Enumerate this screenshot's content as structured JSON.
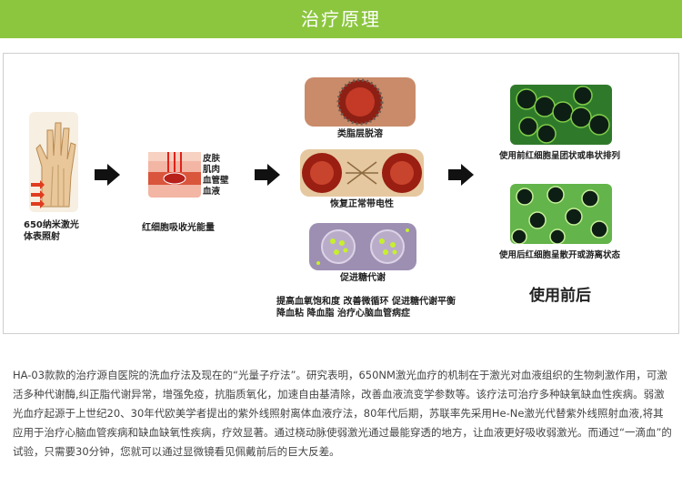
{
  "header": {
    "title": "治疗原理"
  },
  "diagram": {
    "hand_caption": [
      "650纳米激光",
      "体表照射"
    ],
    "skin_layers": [
      "皮肤",
      "肌肉",
      "血管壁",
      "血液"
    ],
    "skin_caption": "红细胞吸收光能量",
    "effects": [
      "类脂层脱溶",
      "恢复正常带电性",
      "促进糖代谢"
    ],
    "benefits": [
      "提高血氧饱和度 改善微循环 促进糖代谢平衡",
      "降血粘 降血脂 治疗心脑血管病症"
    ],
    "before_caption": "使用前红细胞呈团状或串状排列",
    "after_caption": "使用后红细胞呈散开或游离状态",
    "before_after_title": "使用前后"
  },
  "description": "HA-03款款的治疗源自医院的洗血疗法及现在的“光量子疗法”。研究表明，650NM激光血疗的机制在于激光对血液组织的生物刺激作用，可激活多种代谢酶,纠正脂代谢异常，增强免疫，抗脂质氧化，加速自由基清除，改善血液流变学参数等。该疗法可治疗多种缺氧缺血性疾病。弱激光血疗起源于上世纪20、30年代欧美学者提出的紫外线照射离体血液疗法，80年代后期，苏联率先采用He-Ne激光代替紫外线照射血液,将其应用于治疗心脑血管疾病和缺血缺氧性疾病，疗效显著。通过桡动脉使弱激光通过最能穿透的地方，让血液更好吸收弱激光。而通过“一滴血”的试验，只需要30分钟，您就可以通过显微镜看见佩戴前后的巨大反差。",
  "colors": {
    "header": "#8cc63f",
    "accent": "#c0392b"
  }
}
